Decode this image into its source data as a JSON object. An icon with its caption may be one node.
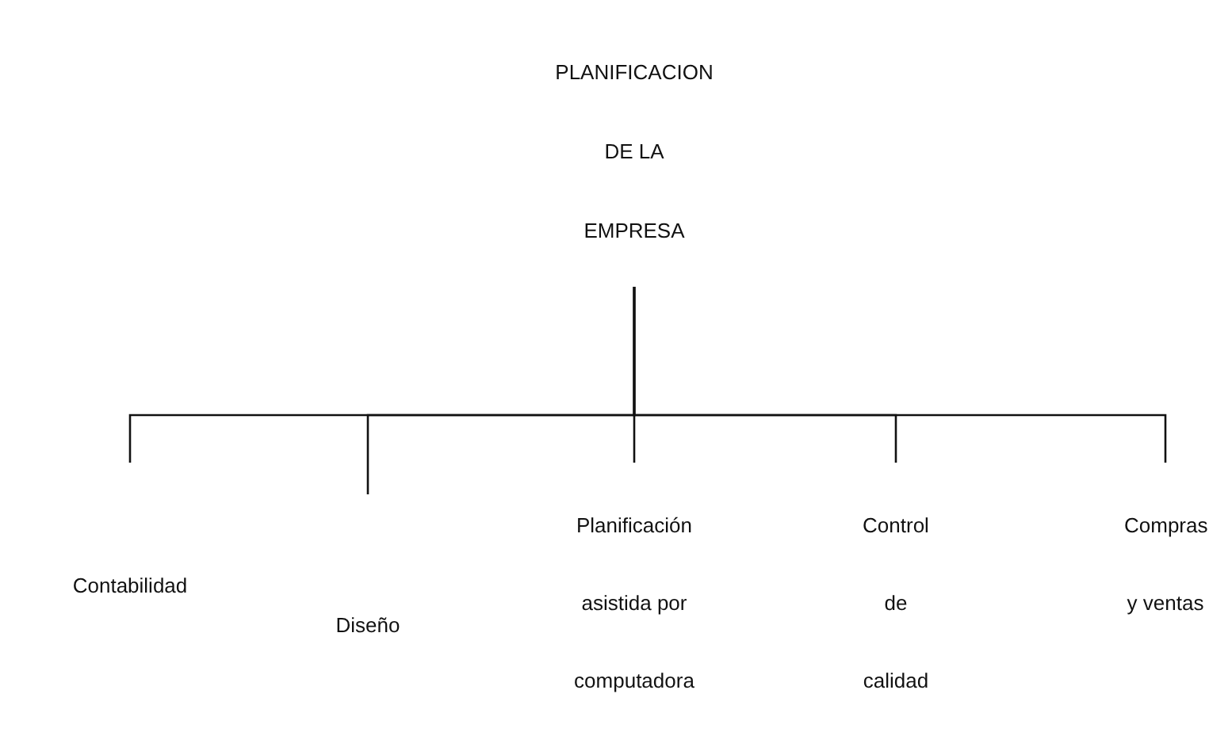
{
  "diagram": {
    "nodes": [
      {
        "text": [
          "PLANIFICACION DE LA EMPRESA"
        ]
      },
      {
        "text": [
          "Contabilidad"
        ]
      },
      {
        "text": [
          "Diseño"
        ]
      },
      {
        "text": [
          "Planificación asistida por computadora"
        ]
      },
      {
        "text": [
          "Control de calidad"
        ]
      },
      {
        "text": [
          "Compras y ventas"
        ]
      }
    ],
    "edges": [
      {
        "from": 0,
        "to": 1,
        "arrow": "none"
      },
      {
        "from": 0,
        "to": 2,
        "arrow": "none"
      },
      {
        "from": 0,
        "to": 3,
        "arrow": "none"
      },
      {
        "from": 0,
        "to": 4,
        "arrow": "none"
      },
      {
        "from": 0,
        "to": 5,
        "arrow": "none"
      }
    ]
  }
}
